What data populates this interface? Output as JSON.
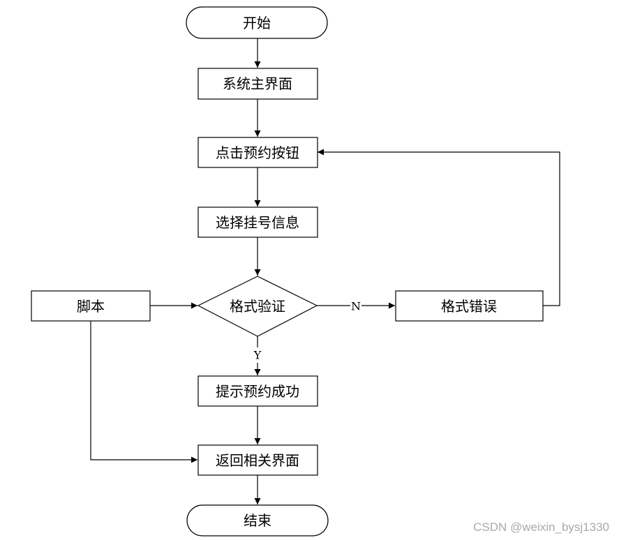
{
  "nodes": {
    "start": "开始",
    "main_ui": "系统主界面",
    "click_book": "点击预约按钮",
    "select_info": "选择挂号信息",
    "validate": "格式验证",
    "script": "脚本",
    "format_error": "格式错误",
    "success": "提示预约成功",
    "return_page": "返回相关界面",
    "end": "结束"
  },
  "edge_labels": {
    "no": "N",
    "yes": "Y"
  },
  "watermark": "CSDN @weixin_bysj1330"
}
